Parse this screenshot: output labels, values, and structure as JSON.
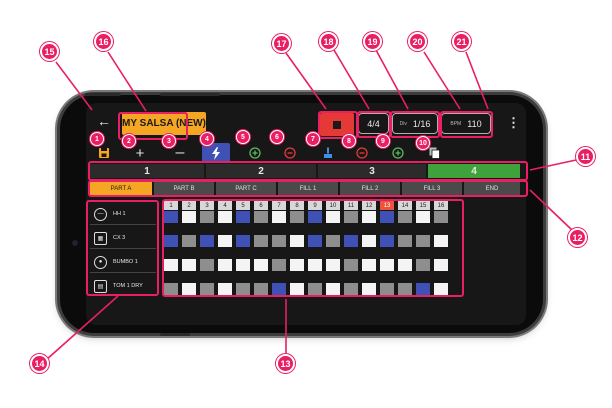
{
  "colors": {
    "accent": "#f5a623",
    "marker": "#e91e63",
    "stop": "#e53935",
    "active_bar": "#3fa33c",
    "cell_on": "#3f51b5",
    "cell_current": "#ef5339"
  },
  "topbar": {
    "back_icon": "arrow-left-icon",
    "title": "MY SALSA (NEW)",
    "time_signature": "4/4",
    "division_label": "Div",
    "division": "1/16",
    "bpm_label": "BPM",
    "bpm": "110",
    "menu_icon": "more-vertical-icon"
  },
  "toolbar": [
    {
      "icon": "save-icon"
    },
    {
      "icon": "plus-icon"
    },
    {
      "icon": "minus-icon"
    },
    {
      "icon": "lightning-icon"
    },
    {
      "icon": "add-circle-icon"
    },
    {
      "icon": "remove-circle-icon"
    },
    {
      "icon": "brush-icon"
    },
    {
      "icon": "remove-circle-icon"
    },
    {
      "icon": "add-circle-icon"
    },
    {
      "icon": "copy-icon"
    }
  ],
  "bars": [
    "1",
    "2",
    "3",
    "4"
  ],
  "active_bar": 4,
  "parts": [
    "PART A",
    "PART B",
    "PART C",
    "FILL 1",
    "FILL 2",
    "FILL 3",
    "END"
  ],
  "active_part": 0,
  "steps": [
    "1",
    "2",
    "3",
    "4",
    "5",
    "6",
    "7",
    "8",
    "9",
    "10",
    "11",
    "12",
    "13",
    "14",
    "15",
    "16"
  ],
  "current_step": 13,
  "instruments": [
    {
      "name": "HH 1",
      "icon": "hihat-icon"
    },
    {
      "name": "CX 3",
      "icon": "drum-icon"
    },
    {
      "name": "BUMBO 1",
      "icon": "bass-drum-icon"
    },
    {
      "name": "TOM 1 DRY",
      "icon": "tom-icon"
    }
  ],
  "grid": [
    [
      "B",
      "W",
      "G",
      "W",
      "B",
      "G",
      "W",
      "G",
      "B",
      "W",
      "G",
      "W",
      "B",
      "G",
      "W",
      "G"
    ],
    [
      "B",
      "G",
      "B",
      "W",
      "B",
      "G",
      "G",
      "W",
      "B",
      "G",
      "B",
      "W",
      "B",
      "G",
      "G",
      "W"
    ],
    [
      "W",
      "W",
      "G",
      "W",
      "W",
      "W",
      "G",
      "W",
      "W",
      "W",
      "G",
      "W",
      "W",
      "W",
      "G",
      "W"
    ],
    [
      "G",
      "W",
      "G",
      "W",
      "G",
      "G",
      "B",
      "W",
      "G",
      "W",
      "G",
      "W",
      "G",
      "G",
      "B",
      "W"
    ]
  ],
  "markers": [
    "1",
    "2",
    "3",
    "4",
    "5",
    "6",
    "7",
    "8",
    "9",
    "10",
    "11",
    "12",
    "13",
    "14",
    "15",
    "16",
    "17",
    "18",
    "19",
    "20",
    "21"
  ]
}
